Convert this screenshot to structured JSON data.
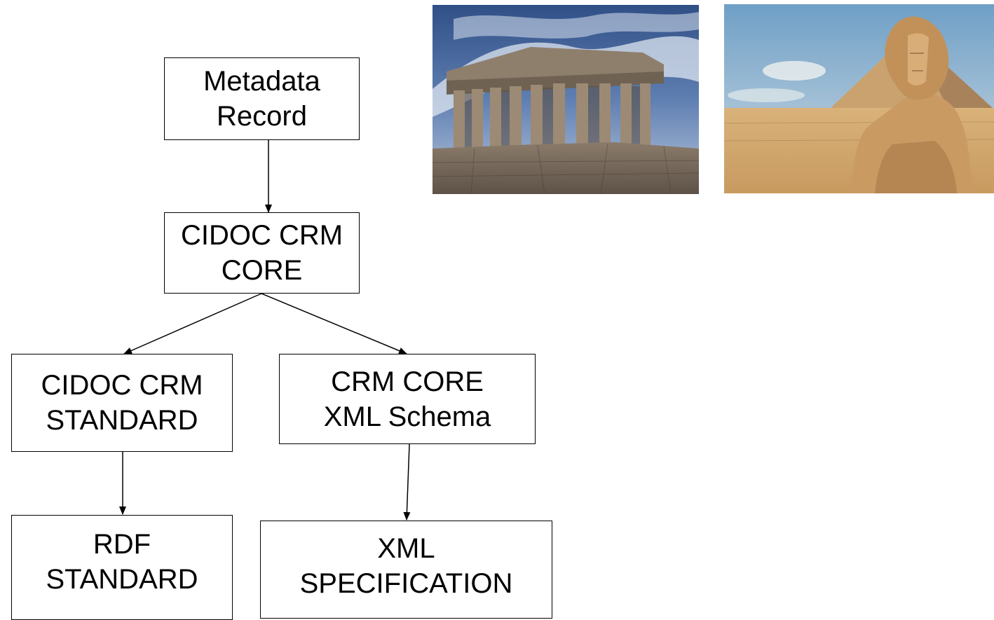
{
  "diagram": {
    "nodes": {
      "metadata": {
        "line1": "Metadata",
        "line2": "Record"
      },
      "core": {
        "line1": "CIDOC CRM",
        "line2": "CORE"
      },
      "standard": {
        "line1": "CIDOC CRM",
        "line2": "STANDARD"
      },
      "schema": {
        "line1": "CRM CORE",
        "line2": "XML Schema"
      },
      "rdf": {
        "line1": "RDF",
        "line2": "STANDARD"
      },
      "xmlspec": {
        "line1": "XML",
        "line2": "SPECIFICATION"
      }
    },
    "edges": [
      {
        "from": "metadata",
        "to": "core"
      },
      {
        "from": "core",
        "to": "standard"
      },
      {
        "from": "core",
        "to": "schema"
      },
      {
        "from": "standard",
        "to": "rdf"
      },
      {
        "from": "schema",
        "to": "xmlspec"
      }
    ]
  },
  "photos": [
    {
      "subject": "parthenon-photo"
    },
    {
      "subject": "sphinx-photo"
    }
  ],
  "colors": {
    "line": "#000000",
    "box_fill": "#ffffff"
  }
}
